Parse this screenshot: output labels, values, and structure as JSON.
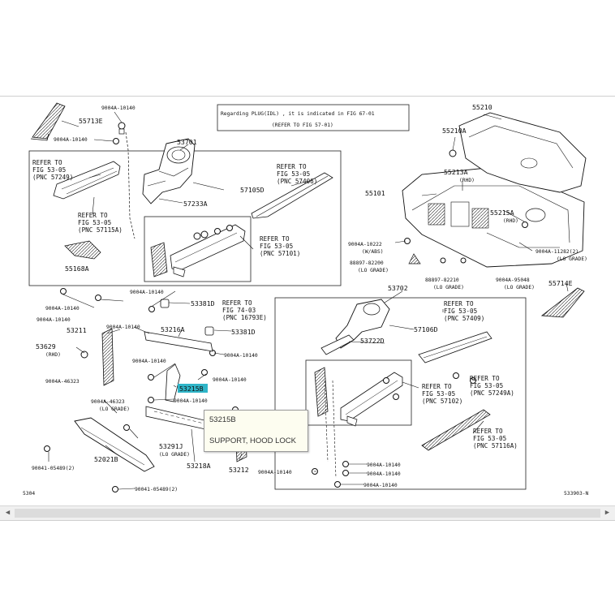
{
  "notice": {
    "line1": "Regarding PLUG(IDL) , it is indicated in FIG 67-01",
    "line2": "(REFER TO FIG 57-01)"
  },
  "labels": {
    "p55713E": "55713E",
    "p9004A10140_a": "9004A-10140",
    "p9004A10140_b": "9004A-10140",
    "p53701": "53701",
    "p57105D": "57105D",
    "p57233A": "57233A",
    "p55168A": "55168A",
    "p55210": "55210",
    "p55210A": "55210A",
    "p55213A": "55213A",
    "rhd1": "(RHD)",
    "p55101": "55101",
    "p55215A": "55215A",
    "rhd2": "(RHD)",
    "p9004A10222": "9004A-10222",
    "wabs": "(W/ABS)",
    "p88897_82200": "88897-82200",
    "lograde1": "(LO GRADE)",
    "p88897_82210": "88897-82210",
    "lograde2": "(LO GRADE)",
    "p9004A95048": "9004A-95048",
    "lograde3": "(LO GRADE)",
    "p9004A11282": "9004A-11282(2)",
    "lograde4": "(LO GRADE)",
    "p55714E": "55714E",
    "p9004A10140_c": "9004A-10140",
    "p9004A10140_d": "9004A-10140",
    "p9004A10140_e": "9004A-10140",
    "p53381D_a": "53381D",
    "p53381D_b": "53381D",
    "p53211": "53211",
    "p9004A10140_f": "9004A-10140",
    "p53216A": "53216A",
    "p53629": "53629",
    "rhd3": "(RHD)",
    "p9004A46323_a": "9004A-46323",
    "p9004A10140_g": "9004A-10140",
    "p9004A10140_h": "9004A-10140",
    "p9004A10140_i": "9004A-10140",
    "p53215B": "53215B",
    "p9004A10140_j": "9004A-10140",
    "p9004A46323_b": "9004A-46323",
    "lograde5": "(LO GRADE)",
    "p53291J": "53291J",
    "lograde6": "(LO GRADE)",
    "p52021B": "52021B",
    "p90041_05489a": "90041-05489(2)",
    "p90041_05489b": "90041-05489(2)",
    "p53218A": "53218A",
    "p53212": "53212",
    "p9004A10140_k": "9004A-10140",
    "p9004A10140_l": "9004A-10140",
    "p9004A10140_m": "9004A-10140",
    "p9004A10140_n": "9004A-10140",
    "p53702": "53702",
    "p57106D": "57106D",
    "p53722D": "53722D",
    "figno": "5304",
    "drawing_id": "533903-N"
  },
  "refs": {
    "r1": [
      "REFER TO",
      "FIG 53-05",
      "(PNC 57249)"
    ],
    "r2": [
      "REFER TO",
      "FIG 53-05",
      "(PNC 57115A)"
    ],
    "r3": [
      "REFER TO",
      "FIG 53-05",
      "(PNC 57406)"
    ],
    "r4": [
      "REFER TO",
      "FIG 53-05",
      "(PNC 57101)"
    ],
    "r5": [
      "REFER TO",
      "FIG 74-03",
      "(PNC 16793E)"
    ],
    "r6": [
      "REFER TO",
      "FIG 53-05",
      "(PNC 57409)"
    ],
    "r7": [
      "REFER TO",
      "FIG 53-05",
      "(PNC 57102)"
    ],
    "r8": [
      "REFER TO",
      "FIG 53-05",
      "(PNC 57249A)"
    ],
    "r9": [
      "REFER TO",
      "FIG 53-05",
      "(PNC 57116A)"
    ]
  },
  "tooltip": {
    "code": "53215B",
    "name": "SUPPORT, HOOD LOCK"
  },
  "colors": {
    "highlight": "#2fb5c8",
    "line": "#111111"
  }
}
